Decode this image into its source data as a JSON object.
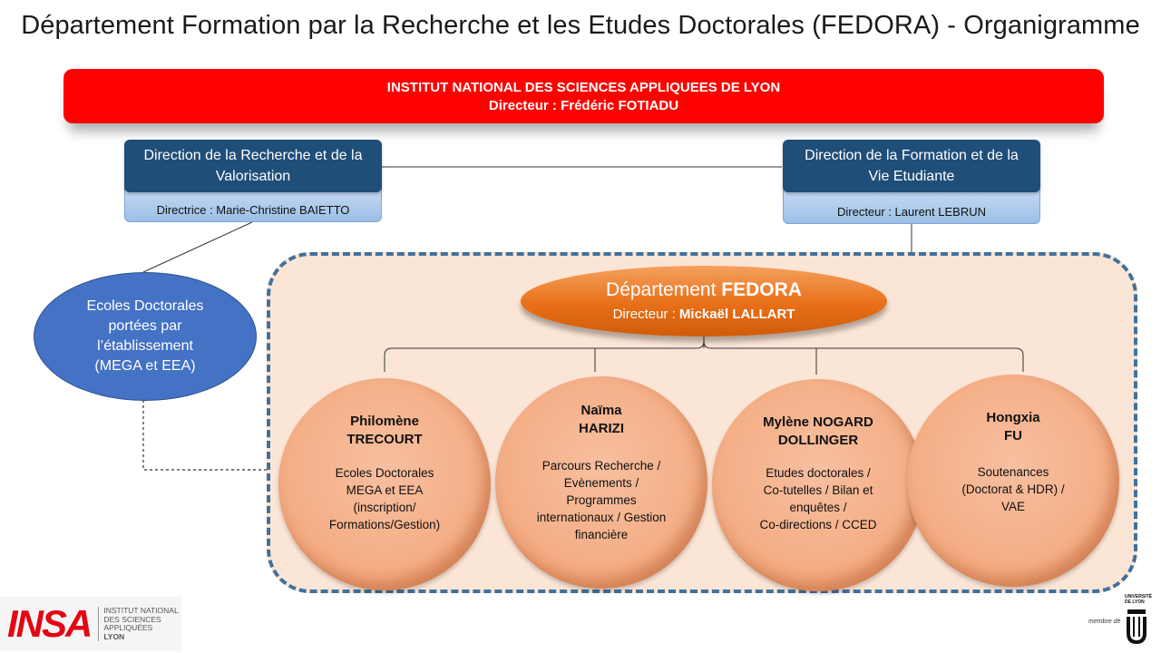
{
  "title": "Département Formation par la Recherche et les Etudes Doctorales (FEDORA) - Organigramme",
  "insa": {
    "line1": "INSTITUT NATIONAL DES SCIENCES APPLIQUEES DE LYON",
    "line2": "Directeur : Frédéric FOTIADU"
  },
  "direction_recherche": {
    "name_l1": "Direction de la Recherche et de la",
    "name_l2": "Valorisation",
    "head": "Directrice : Marie-Christine BAIETTO"
  },
  "direction_formation": {
    "name_l1": "Direction de la Formation et de la",
    "name_l2": "Vie Etudiante",
    "head": "Directeur : Laurent LEBRUN"
  },
  "ecoles": {
    "l1": "Ecoles Doctorales",
    "l2": "portées par",
    "l3": "l’établissement",
    "l4": "(MEGA et EEA)"
  },
  "fedora": {
    "dept_prefix": "Département",
    "dept_name": "FEDORA",
    "dir_prefix": "Directeur :",
    "dir_name": "Mickaël LALLART"
  },
  "staff": [
    {
      "name": [
        "Philomène",
        "TRECOURT"
      ],
      "role": [
        "Ecoles Doctorales",
        "MEGA et EEA",
        "(inscription/",
        "Formations/Gestion)"
      ]
    },
    {
      "name": [
        "Naïma",
        "HARIZI"
      ],
      "role": [
        "Parcours Recherche /",
        "Evènements /",
        "Programmes",
        "internationaux / Gestion",
        "financière"
      ]
    },
    {
      "name": [
        "Mylène NOGARD",
        "DOLLINGER"
      ],
      "role": [
        "Etudes doctorales /",
        "Co-tutelles / Bilan et",
        "enquêtes /",
        "Co-directions / CCED"
      ]
    },
    {
      "name": [
        "Hongxia",
        "FU"
      ],
      "role": [
        "Soutenances",
        "(Doctorat & HDR) /",
        "VAE"
      ]
    }
  ],
  "logos": {
    "insa_wordmark": "INSA",
    "insa_sub": [
      "INSTITUT NATIONAL",
      "DES SCIENCES",
      "APPLIQUÉES",
      "LYON"
    ],
    "membre_de": "membre de",
    "univ_lyon": [
      "UNIVERSITÉ",
      "DE LYON"
    ]
  }
}
